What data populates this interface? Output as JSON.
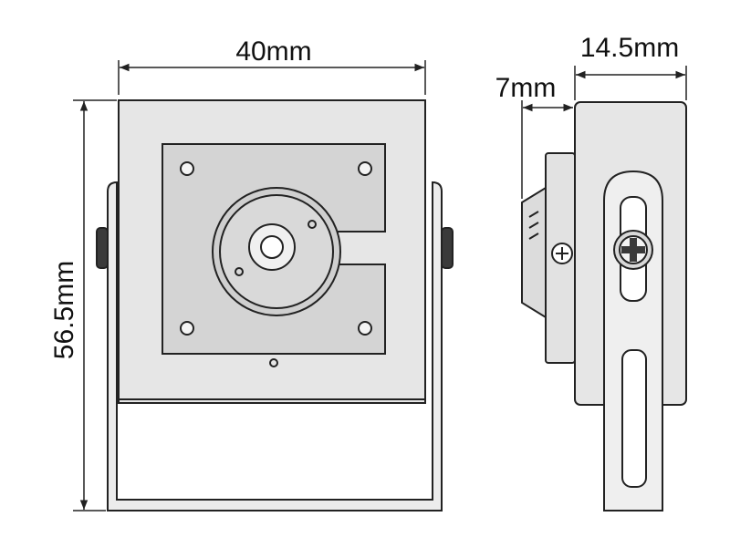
{
  "dimensions": {
    "width_label": "40mm",
    "height_label": "56.5mm",
    "depth_label": "14.5mm",
    "lens_depth_label": "7mm"
  },
  "colors": {
    "stroke": "#222222",
    "body_fill": "#e6e6e6",
    "plate_fill": "#d4d4d4",
    "lens_fill": "#c8c8c8",
    "dark_fill": "#3a3a3a",
    "background": "#ffffff"
  }
}
